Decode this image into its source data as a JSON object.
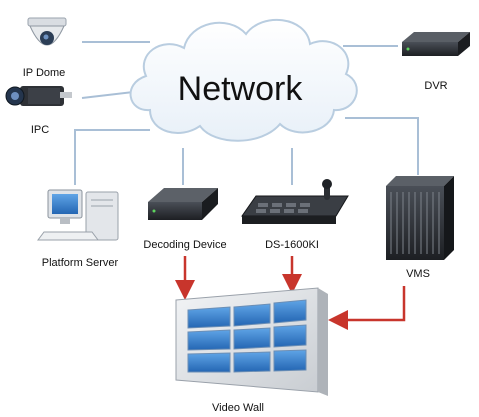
{
  "diagram": {
    "cloud_label": "Network",
    "nodes": {
      "ip_dome": "IP Dome",
      "ipc": "IPC",
      "dvr": "DVR",
      "platform_server": "Platform Server",
      "decoding_device": "Decoding Device",
      "keyboard": "DS-1600KI",
      "vms": "VMS",
      "video_wall": "Video Wall"
    },
    "colors": {
      "link_line": "#a9bfd6",
      "arrow": "#c8352c",
      "cloud_fill": "#f7fafd",
      "cloud_stroke": "#b9cde0",
      "screen_blue": "#2f78c6",
      "device_dark": "#2b2e33"
    }
  }
}
